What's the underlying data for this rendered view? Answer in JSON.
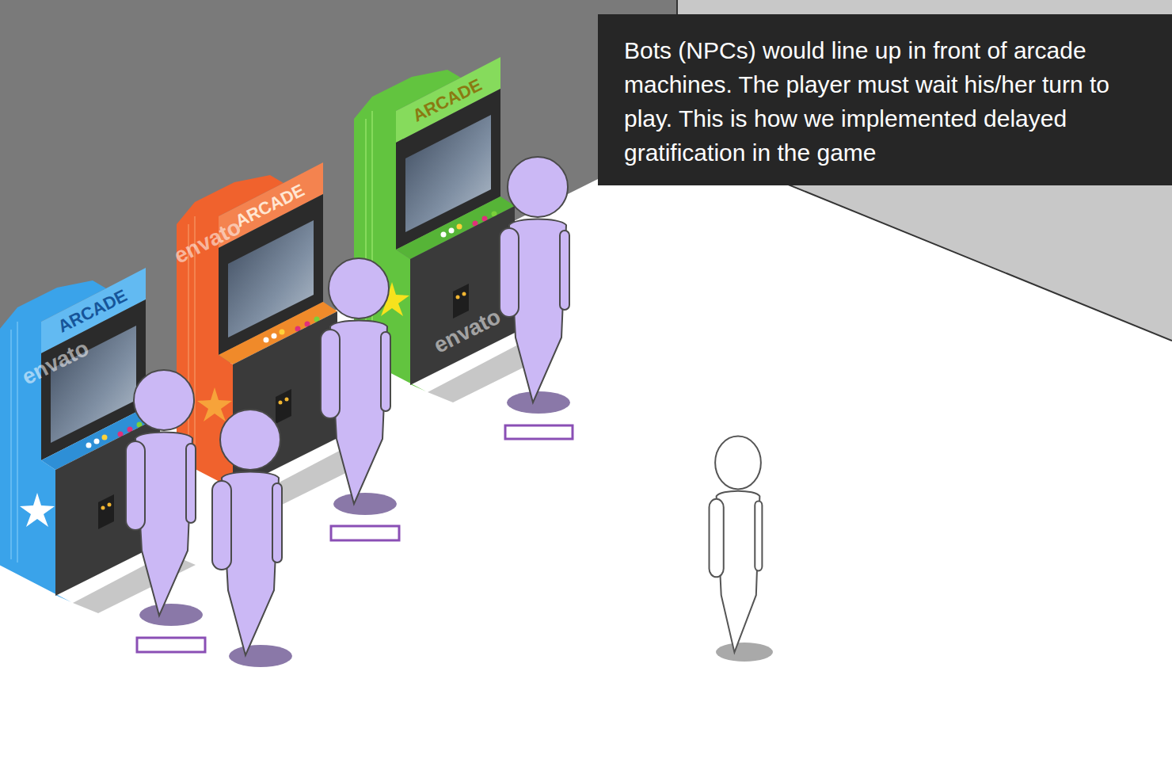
{
  "diagram": {
    "nodes": [
      {
        "text": [
          "Bots (NPCs) would line up in front of arcade machines. The player must wait his/her turn to play. This is how we implemented delayed gratification in the game"
        ]
      }
    ],
    "labels": [
      "ARCADE",
      "ARCADE",
      "ARCADE",
      "envato",
      "envato",
      "envato"
    ]
  }
}
